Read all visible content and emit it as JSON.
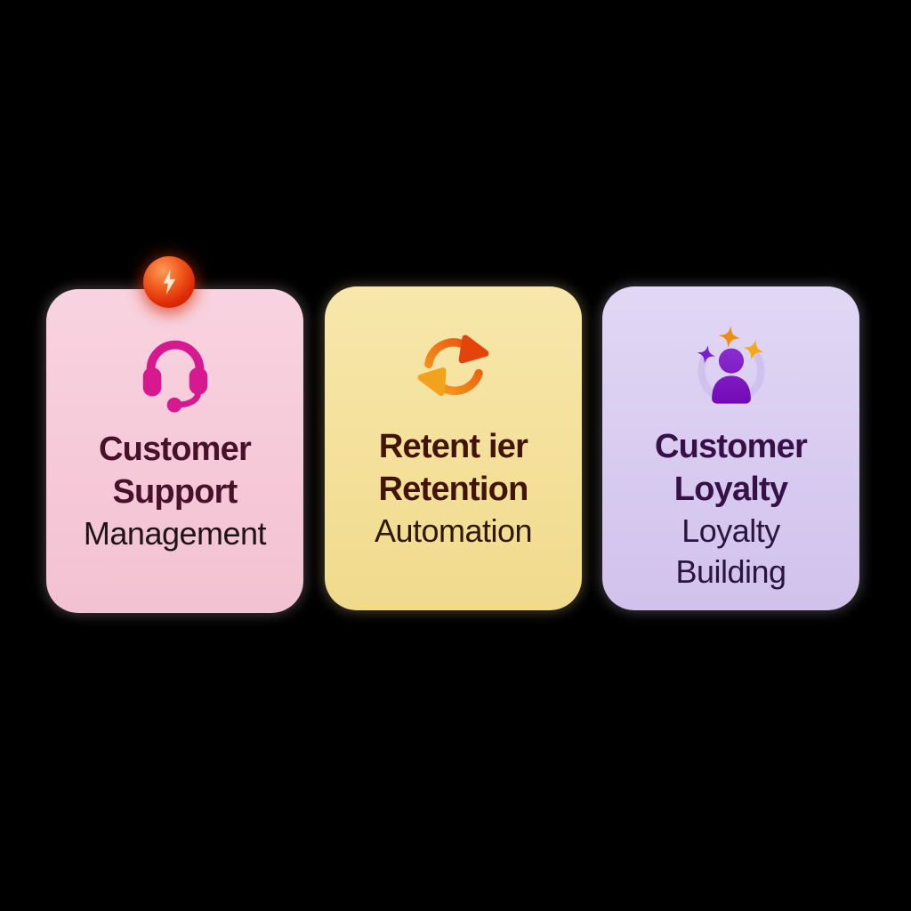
{
  "canvas": {
    "background_color": "#000000"
  },
  "cards": [
    {
      "name": "customer-support-card",
      "card_color": "#f6c9d8",
      "icon": "headset-icon",
      "icon_color": "#d6198e",
      "pin": {
        "icon": "lightning-bolt-icon",
        "sphere_color": "#e03a10",
        "bolt_color": "#ffeedd"
      },
      "title_lines": {
        "0": "Customer",
        "1": "Support"
      },
      "subtitle_lines": {
        "0": "Management"
      },
      "title_color": "#471129",
      "subtitle_color": "#1e1317"
    },
    {
      "name": "retention-automation-card",
      "card_color": "#f4e09a",
      "icon": "refresh-cycle-icon",
      "icon_gradient_start": "#f5a91f",
      "icon_gradient_end": "#e8470d",
      "title_lines": {
        "0": "Retent ier",
        "1": "Retention"
      },
      "subtitle_lines": {
        "0": "Automation"
      },
      "title_color": "#421404",
      "subtitle_color": "#2d1806"
    },
    {
      "name": "customer-loyalty-card",
      "card_color": "#d8cbf0",
      "icon": "person-sparkles-icon",
      "person_color_top": "#8b2fd0",
      "person_color_bottom": "#7209b7",
      "arc_color": "#cfc2ee",
      "sparkle_colors": {
        "left": "#7a1ed2",
        "top": "#ee8c10",
        "right": "#f7a814"
      },
      "title_lines": {
        "0": "Customer",
        "1": "Loyalty"
      },
      "subtitle_lines": {
        "0": "Loyalty",
        "1": "Building"
      },
      "title_color": "#371048",
      "subtitle_color": "#2c1440"
    }
  ]
}
